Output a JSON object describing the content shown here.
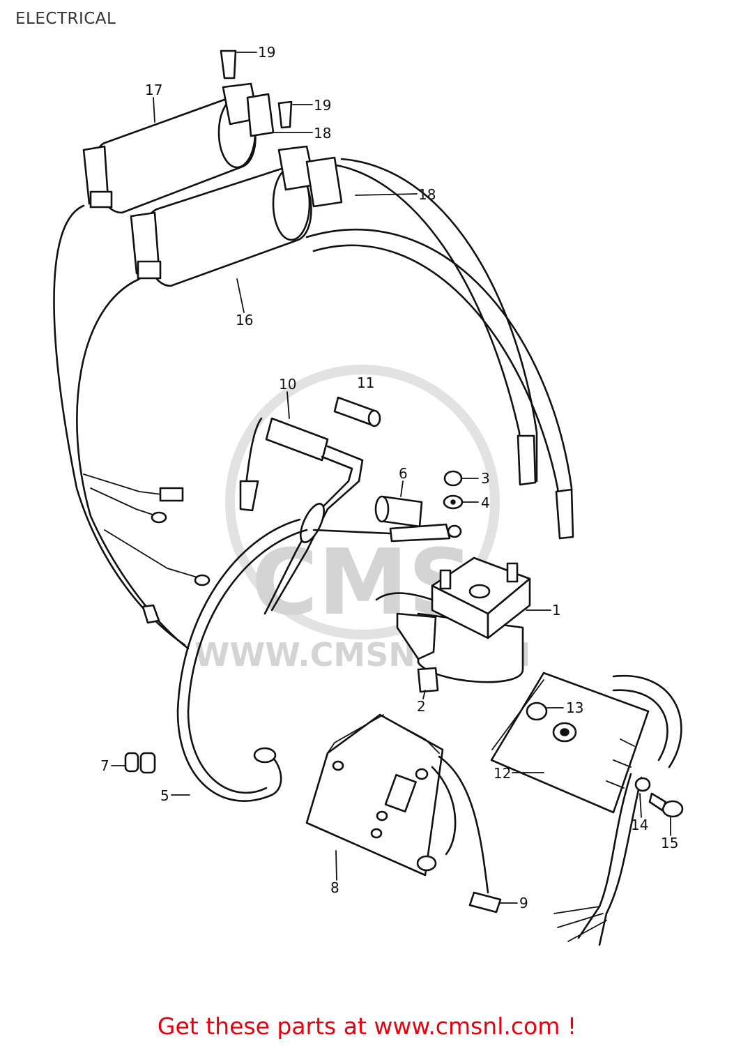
{
  "page_title": "ELECTRICAL",
  "footer_text": "Get these parts at www.cmsnl.com !",
  "watermark": {
    "logo_text": "CMS",
    "url_text": "WWW.CMSNL.COM"
  },
  "colors": {
    "footer": "#e8000d",
    "title": "#333333",
    "line": "#111111",
    "watermark": "#d4d4d4"
  },
  "callouts": [
    {
      "id": "p19a",
      "label": "19"
    },
    {
      "id": "p17",
      "label": "17"
    },
    {
      "id": "p19b",
      "label": "19"
    },
    {
      "id": "p18a",
      "label": "18"
    },
    {
      "id": "p18b",
      "label": "18"
    },
    {
      "id": "p16",
      "label": "16"
    },
    {
      "id": "p10",
      "label": "10"
    },
    {
      "id": "p11",
      "label": "11"
    },
    {
      "id": "p6",
      "label": "6"
    },
    {
      "id": "p3",
      "label": "3"
    },
    {
      "id": "p4",
      "label": "4"
    },
    {
      "id": "p1",
      "label": "1"
    },
    {
      "id": "p2",
      "label": "2"
    },
    {
      "id": "p13",
      "label": "13"
    },
    {
      "id": "p12",
      "label": "12"
    },
    {
      "id": "p14",
      "label": "14"
    },
    {
      "id": "p15",
      "label": "15"
    },
    {
      "id": "p7",
      "label": "7"
    },
    {
      "id": "p5",
      "label": "5"
    },
    {
      "id": "p8",
      "label": "8"
    },
    {
      "id": "p9",
      "label": "9"
    }
  ]
}
